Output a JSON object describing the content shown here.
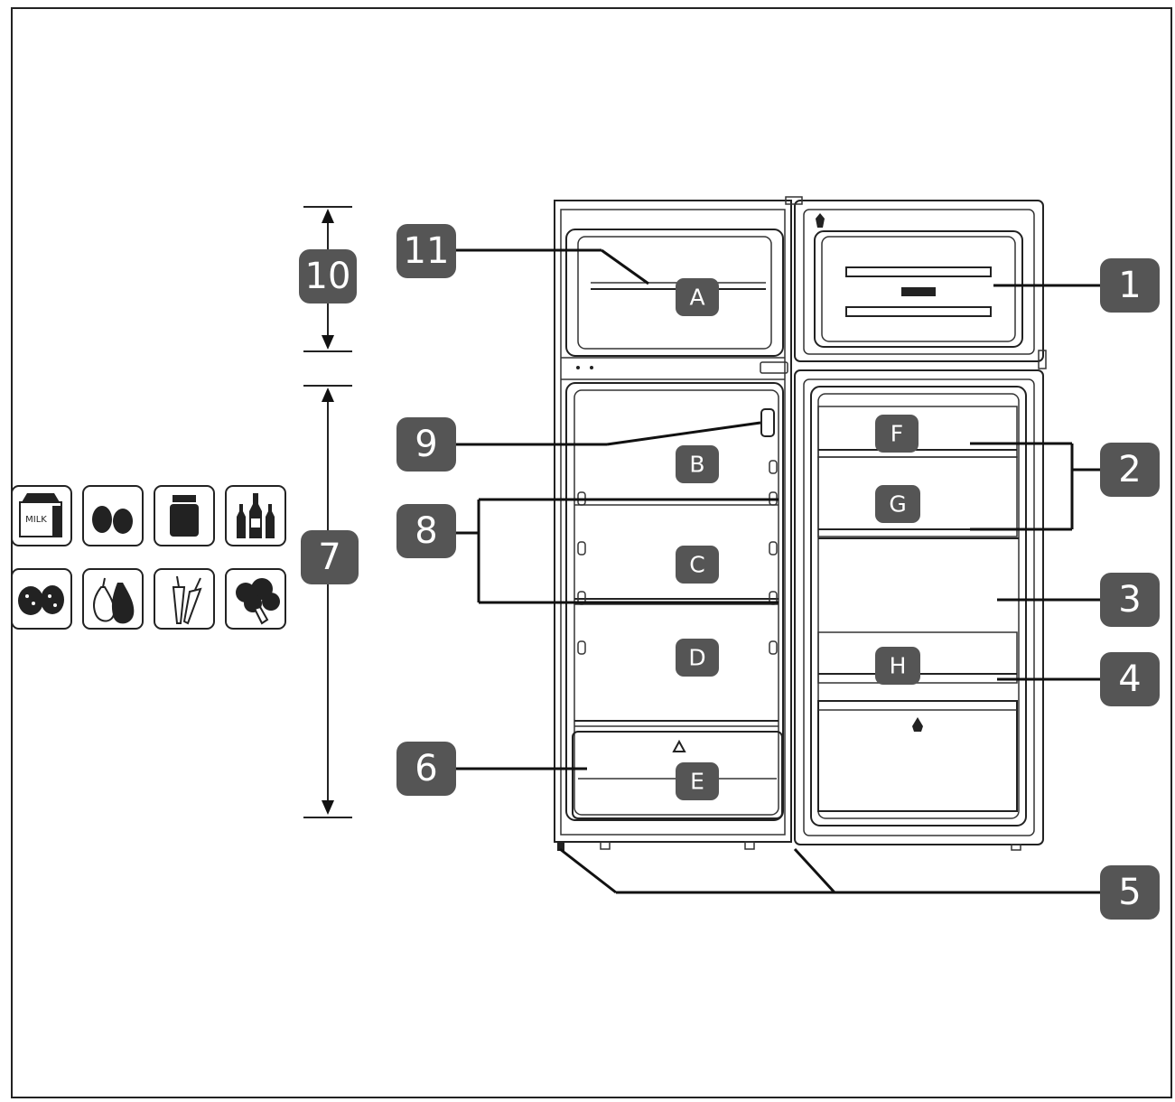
{
  "callouts": {
    "c1": "1",
    "c2": "2",
    "c3": "3",
    "c4": "4",
    "c5": "5",
    "c6": "6",
    "c7": "7",
    "c8": "8",
    "c9": "9",
    "c10": "10",
    "c11": "11"
  },
  "zones": {
    "a": "A",
    "b": "B",
    "c": "C",
    "d": "D",
    "e": "E",
    "f": "F",
    "g": "G",
    "h": "H"
  },
  "food_icons": {
    "milk_label": "MILK",
    "row1": [
      "milk-carton-icon",
      "eggs-icon",
      "jar-icon",
      "bottles-icon"
    ],
    "row2": [
      "strawberry-icon",
      "pear-icon",
      "carrot-icon",
      "broccoli-icon"
    ]
  },
  "colors": {
    "badge": "#555555",
    "badge_text": "#ffffff",
    "outline": "#222222"
  }
}
